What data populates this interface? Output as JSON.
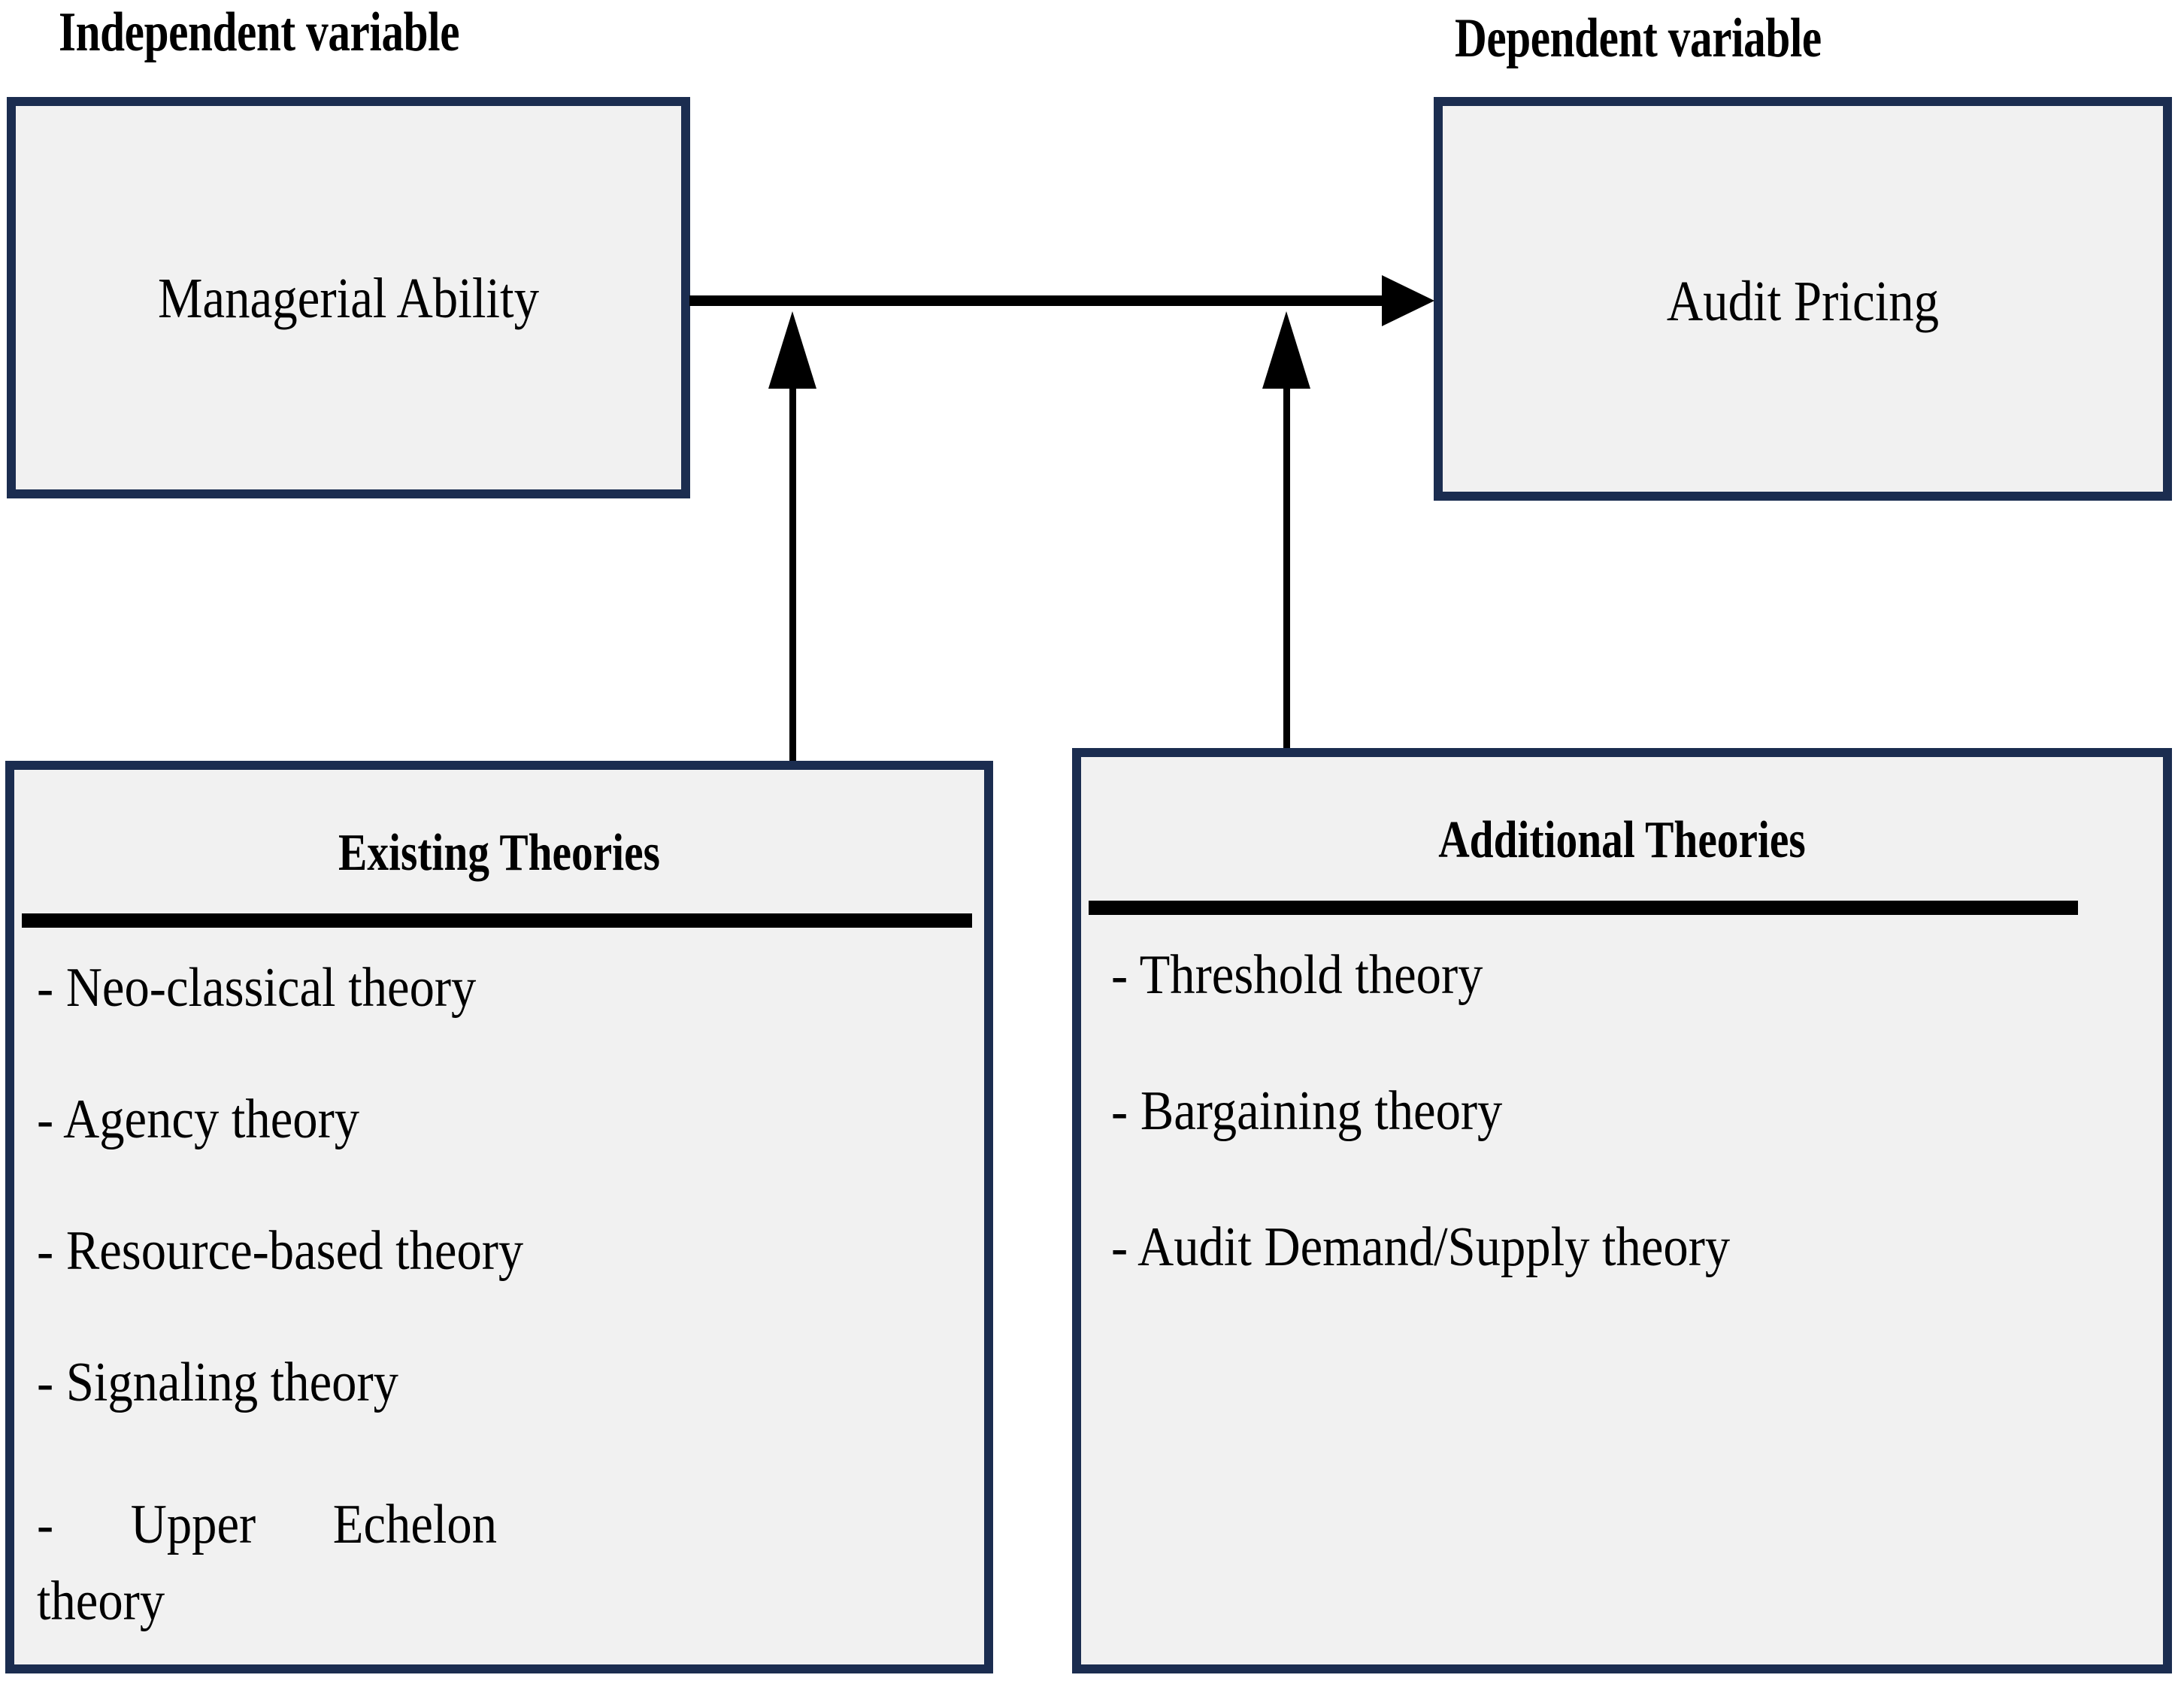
{
  "diagram": {
    "independent_label": "Independent variable",
    "dependent_label": "Dependent variable",
    "independent_node": "Managerial Ability",
    "dependent_node": "Audit Pricing",
    "existing": {
      "title": "Existing Theories",
      "items": [
        "- Neo-classical theory",
        "- Agency theory",
        " - Resource-based theory",
        "- Signaling theory"
      ],
      "wrapped_item": {
        "line1": "-  Upper  Echelon",
        "line2": "theory"
      }
    },
    "additional": {
      "title": "Additional Theories",
      "items": [
        " - Threshold theory",
        " - Bargaining theory",
        " - Audit Demand/Supply theory"
      ]
    },
    "colors": {
      "box_border": "#1b2d50",
      "box_fill": "#f1f1f1",
      "arrow": "#000000",
      "text": "#000000",
      "background": "#ffffff"
    },
    "connectors": {
      "main_arrow": "managerial-ability-to-audit-pricing",
      "existing_arrow": "existing-theories-to-main-path",
      "additional_arrow": "additional-theories-to-main-path"
    }
  }
}
